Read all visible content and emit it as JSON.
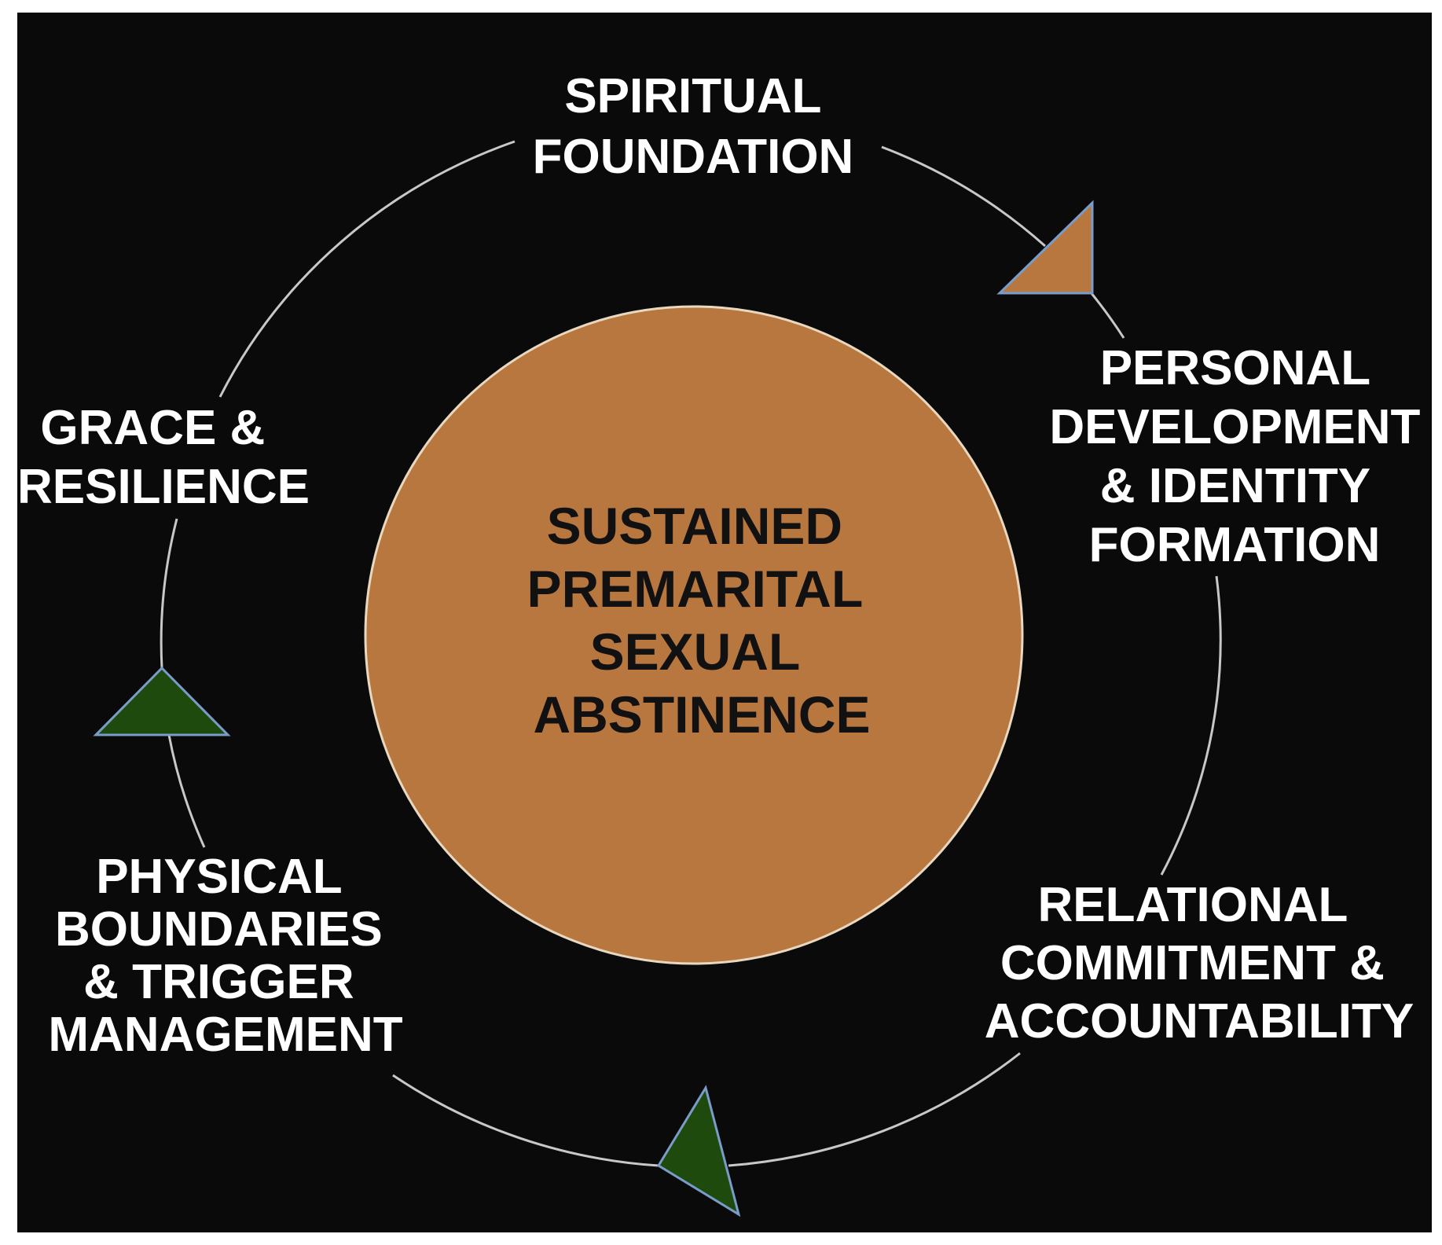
{
  "colors": {
    "background": "#0a0a0a",
    "page": "#ffffff",
    "center_fill": "#b8773f",
    "center_stroke": "#e8d8c0",
    "node_text": "#ffffff",
    "center_text": "#111111",
    "arc": "#c8c8c8",
    "arrow_brown": "#b8773f",
    "arrow_green": "#1e4a0e",
    "arrow_stroke": "#7a9cc8"
  },
  "center": {
    "lines": [
      "SUSTAINED",
      "PREMARITAL",
      "SEXUAL",
      "ABSTINENCE"
    ]
  },
  "nodes": [
    {
      "id": "spiritual",
      "lines": [
        "SPIRITUAL",
        "FOUNDATION"
      ]
    },
    {
      "id": "personal",
      "lines": [
        "PERSONAL",
        "DEVELOPMENT",
        "& IDENTITY",
        "FORMATION"
      ]
    },
    {
      "id": "relational",
      "lines": [
        "RELATIONAL",
        "COMMITMENT &",
        "ACCOUNTABILITY"
      ]
    },
    {
      "id": "physical",
      "lines": [
        "PHYSICAL",
        "BOUNDARIES",
        "& TRIGGER",
        "MANAGEMENT"
      ]
    },
    {
      "id": "grace",
      "lines": [
        "GRACE &",
        "RESILIENCE"
      ]
    }
  ],
  "arrows": [
    {
      "id": "arrow-spiritual-personal",
      "color": "brown-triangle-icon"
    },
    {
      "id": "arrow-relational-physical",
      "color": "green-triangle-icon"
    },
    {
      "id": "arrow-physical-grace",
      "color": "green-triangle-icon"
    }
  ]
}
